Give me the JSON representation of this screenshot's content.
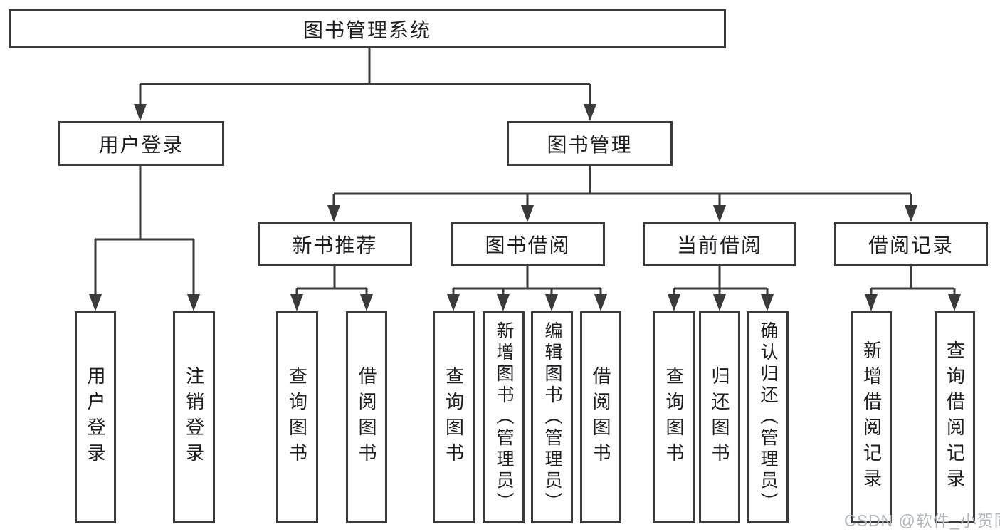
{
  "diagram": {
    "colors": {
      "line": "#3a3a3a",
      "text": "#1d1d1f",
      "box_background": "#fefefe",
      "page_background": "#ffffff",
      "watermark": "#b2b6ba"
    },
    "tree": {
      "label": "图书管理系统",
      "children": [
        {
          "label": "用户登录",
          "children": [
            {
              "label": "用户登录"
            },
            {
              "label": "注销登录"
            }
          ]
        },
        {
          "label": "图书管理",
          "children": [
            {
              "label": "新书推荐",
              "children": [
                {
                  "label": "查询图书"
                },
                {
                  "label": "借阅图书"
                }
              ]
            },
            {
              "label": "图书借阅",
              "children": [
                {
                  "label": "查询图书"
                },
                {
                  "label": "新增图书（管理员）"
                },
                {
                  "label": "编辑图书（管理员）"
                },
                {
                  "label": "借阅图书"
                }
              ]
            },
            {
              "label": "当前借阅",
              "children": [
                {
                  "label": "查询图书"
                },
                {
                  "label": "归还图书"
                },
                {
                  "label": "确认归还（管理员）"
                }
              ]
            },
            {
              "label": "借阅记录",
              "children": [
                {
                  "label": "新增借阅记录"
                },
                {
                  "label": "查询借阅记录"
                }
              ]
            }
          ]
        }
      ]
    },
    "watermark": {
      "text": "CSDN @软件_小贺同学"
    }
  }
}
